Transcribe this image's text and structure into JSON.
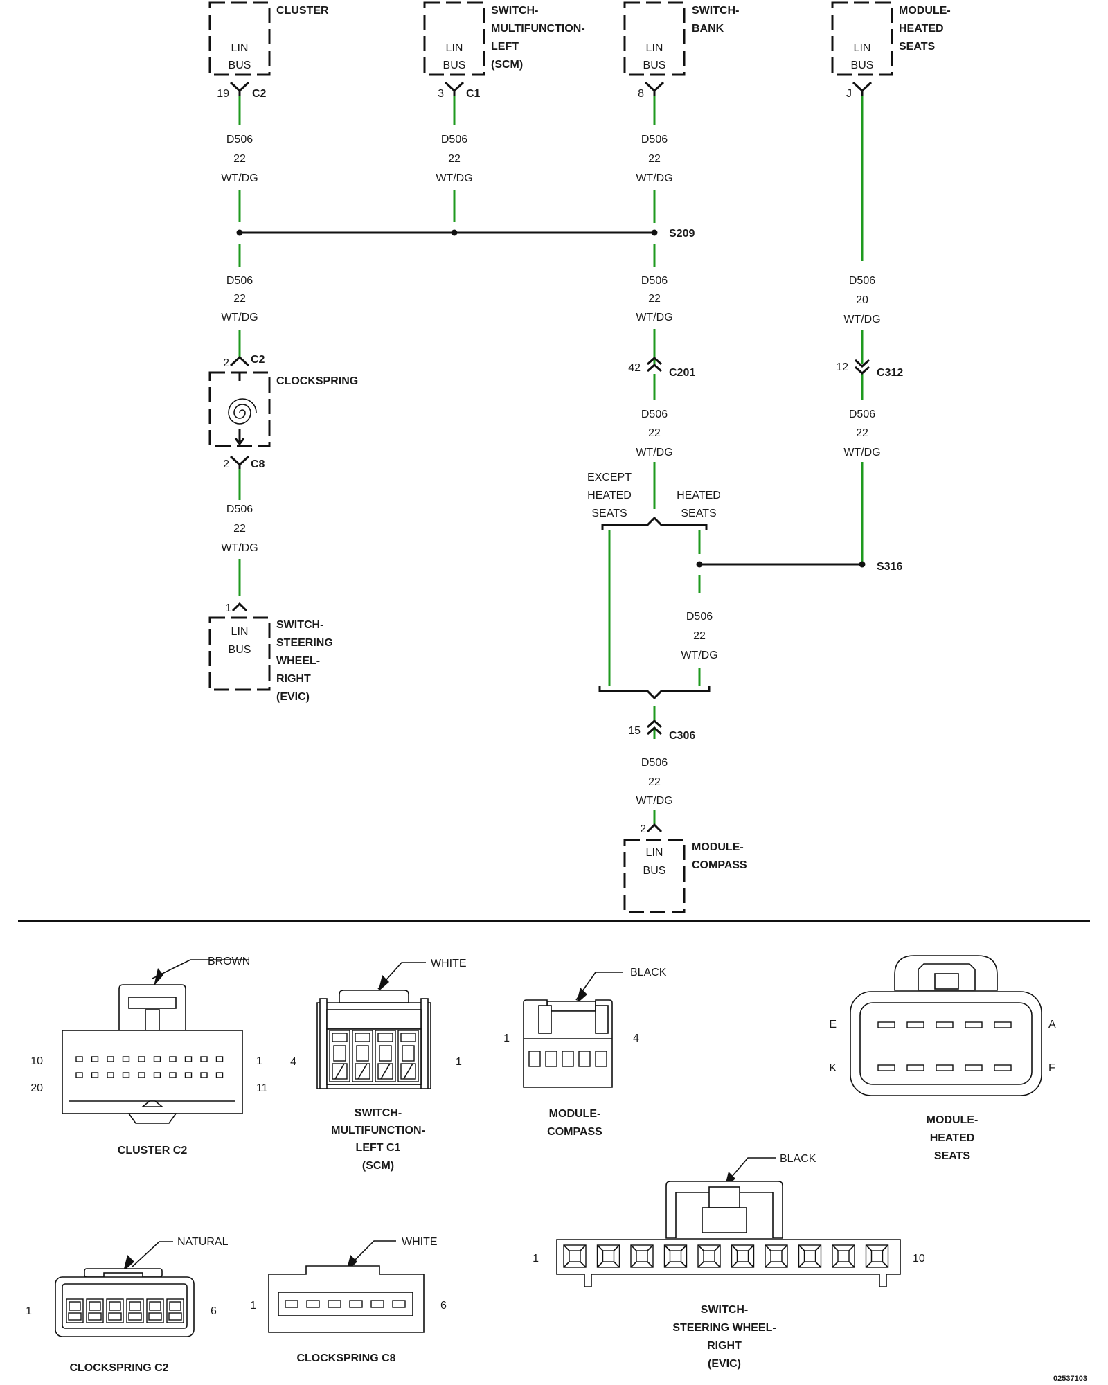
{
  "diagram_id": "02537103",
  "circuit": {
    "name": "D506",
    "gauge_default": "22",
    "gauge_heated": "20",
    "color": "WT/DG"
  },
  "modules": {
    "cluster": {
      "name": "CLUSTER",
      "bus": [
        "LIN",
        "BUS"
      ]
    },
    "scm": {
      "name": [
        "SWITCH-",
        "MULTIFUNCTION-",
        "LEFT",
        "(SCM)"
      ],
      "bus": [
        "LIN",
        "BUS"
      ]
    },
    "switch_bank": {
      "name": [
        "SWITCH-",
        "BANK"
      ],
      "bus": [
        "LIN",
        "BUS"
      ]
    },
    "heated_seats": {
      "name": [
        "MODULE-",
        "HEATED",
        "SEATS"
      ],
      "bus": [
        "LIN",
        "BUS"
      ]
    },
    "clockspring": {
      "name": "CLOCKSPRING"
    },
    "evic": {
      "name": [
        "SWITCH-",
        "STEERING",
        "WHEEL-",
        "RIGHT",
        "(EVIC)"
      ],
      "bus": [
        "LIN",
        "BUS"
      ]
    },
    "compass": {
      "name": [
        "MODULE-",
        "COMPASS"
      ],
      "bus": [
        "LIN",
        "BUS"
      ]
    }
  },
  "connectors": {
    "cluster": {
      "pin": "19",
      "id": "C2"
    },
    "scm": {
      "pin": "3",
      "id": "C1"
    },
    "switch_bank": {
      "pin": "8",
      "id": ""
    },
    "heated_seats": {
      "pin": "J",
      "id": ""
    },
    "clockspring_top": {
      "pin": "2",
      "id": "C2"
    },
    "clockspring_bottom": {
      "pin": "2",
      "id": "C8"
    },
    "evic": {
      "pin": "1",
      "id": ""
    },
    "c201": {
      "pin": "42",
      "id": "C201"
    },
    "c312": {
      "pin": "12",
      "id": "C312"
    },
    "c306": {
      "pin": "15",
      "id": "C306"
    },
    "compass": {
      "pin": "2",
      "id": ""
    }
  },
  "splices": {
    "s209": "S209",
    "s316": "S316"
  },
  "options": {
    "except": [
      "EXCEPT",
      "HEATED",
      "SEATS"
    ],
    "heated": [
      "HEATED",
      "SEATS"
    ]
  },
  "connector_views": {
    "cluster_c2": {
      "title": "CLUSTER C2",
      "color": "BROWN",
      "pins": [
        "10",
        "1",
        "20",
        "11"
      ]
    },
    "scm_c1": {
      "title": [
        "SWITCH-",
        "MULTIFUNCTION-",
        "LEFT C1",
        "(SCM)"
      ],
      "color": "WHITE",
      "pins": [
        "4",
        "1"
      ]
    },
    "compass": {
      "title": [
        "MODULE-",
        "COMPASS"
      ],
      "color": "BLACK",
      "pins": [
        "1",
        "4"
      ]
    },
    "heated_seats": {
      "title": [
        "MODULE-",
        "HEATED",
        "SEATS"
      ],
      "pins": [
        "E",
        "A",
        "K",
        "F"
      ]
    },
    "evic": {
      "title": [
        "SWITCH-",
        "STEERING WHEEL-",
        "RIGHT",
        "(EVIC)"
      ],
      "color": "BLACK",
      "pins": [
        "1",
        "10"
      ]
    },
    "clockspring_c2": {
      "title": "CLOCKSPRING C2",
      "color": "NATURAL",
      "pins": [
        "1",
        "6"
      ]
    },
    "clockspring_c8": {
      "title": "CLOCKSPRING C8",
      "color": "WHITE",
      "pins": [
        "1",
        "6"
      ]
    }
  }
}
